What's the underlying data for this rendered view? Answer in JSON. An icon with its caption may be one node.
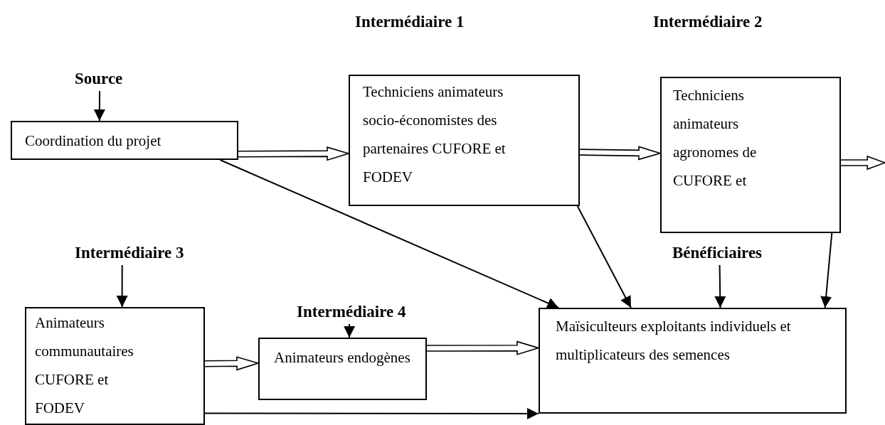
{
  "diagram": {
    "nodes": [
      {
        "text": [
          "Source"
        ]
      },
      {
        "text": [
          "Coordination du projet"
        ]
      },
      {
        "text": [
          "Techniciens animateurs socio-économistes des partenaires CUFORE et FODEV"
        ]
      },
      {
        "text": [
          "Techniciens animateurs agronomes de CUFORE et"
        ]
      },
      {
        "text": [
          "Intermédiaire 3"
        ]
      },
      {
        "text": [
          "Animateurs communautaires CUFORE et FODEV"
        ]
      },
      {
        "text": [
          "Intermédiaire 4"
        ]
      },
      {
        "text": [
          "Animateurs endogènes"
        ]
      },
      {
        "text": [
          "Bénéficiaires"
        ]
      },
      {
        "text": [
          "Maïsiculteurs exploitants individuels et multiplicateurs des semences"
        ]
      }
    ],
    "edges": [
      {
        "from": 0,
        "to": 1,
        "arrow": "to"
      },
      {
        "from": 1,
        "to": 2,
        "arrow": "to",
        "style": "thick"
      },
      {
        "from": 2,
        "to": 3,
        "arrow": "to",
        "style": "thick"
      },
      {
        "from": 3,
        "to": null,
        "arrow": "to",
        "style": "thick"
      },
      {
        "from": 1,
        "to": 9,
        "arrow": "to"
      },
      {
        "from": 2,
        "to": 9,
        "arrow": "to"
      },
      {
        "from": 3,
        "to": 9,
        "arrow": "to"
      },
      {
        "from": 4,
        "to": 5,
        "arrow": "to"
      },
      {
        "from": 6,
        "to": 7,
        "arrow": "to"
      },
      {
        "from": 8,
        "to": 9,
        "arrow": "to"
      },
      {
        "from": 5,
        "to": 7,
        "arrow": "to",
        "style": "thick"
      },
      {
        "from": 7,
        "to": 9,
        "arrow": "to",
        "style": "thick"
      },
      {
        "from": 5,
        "to": 9,
        "arrow": "to"
      }
    ],
    "labels": [
      "Intermédiaire 1",
      "Intermédiaire 2"
    ]
  }
}
